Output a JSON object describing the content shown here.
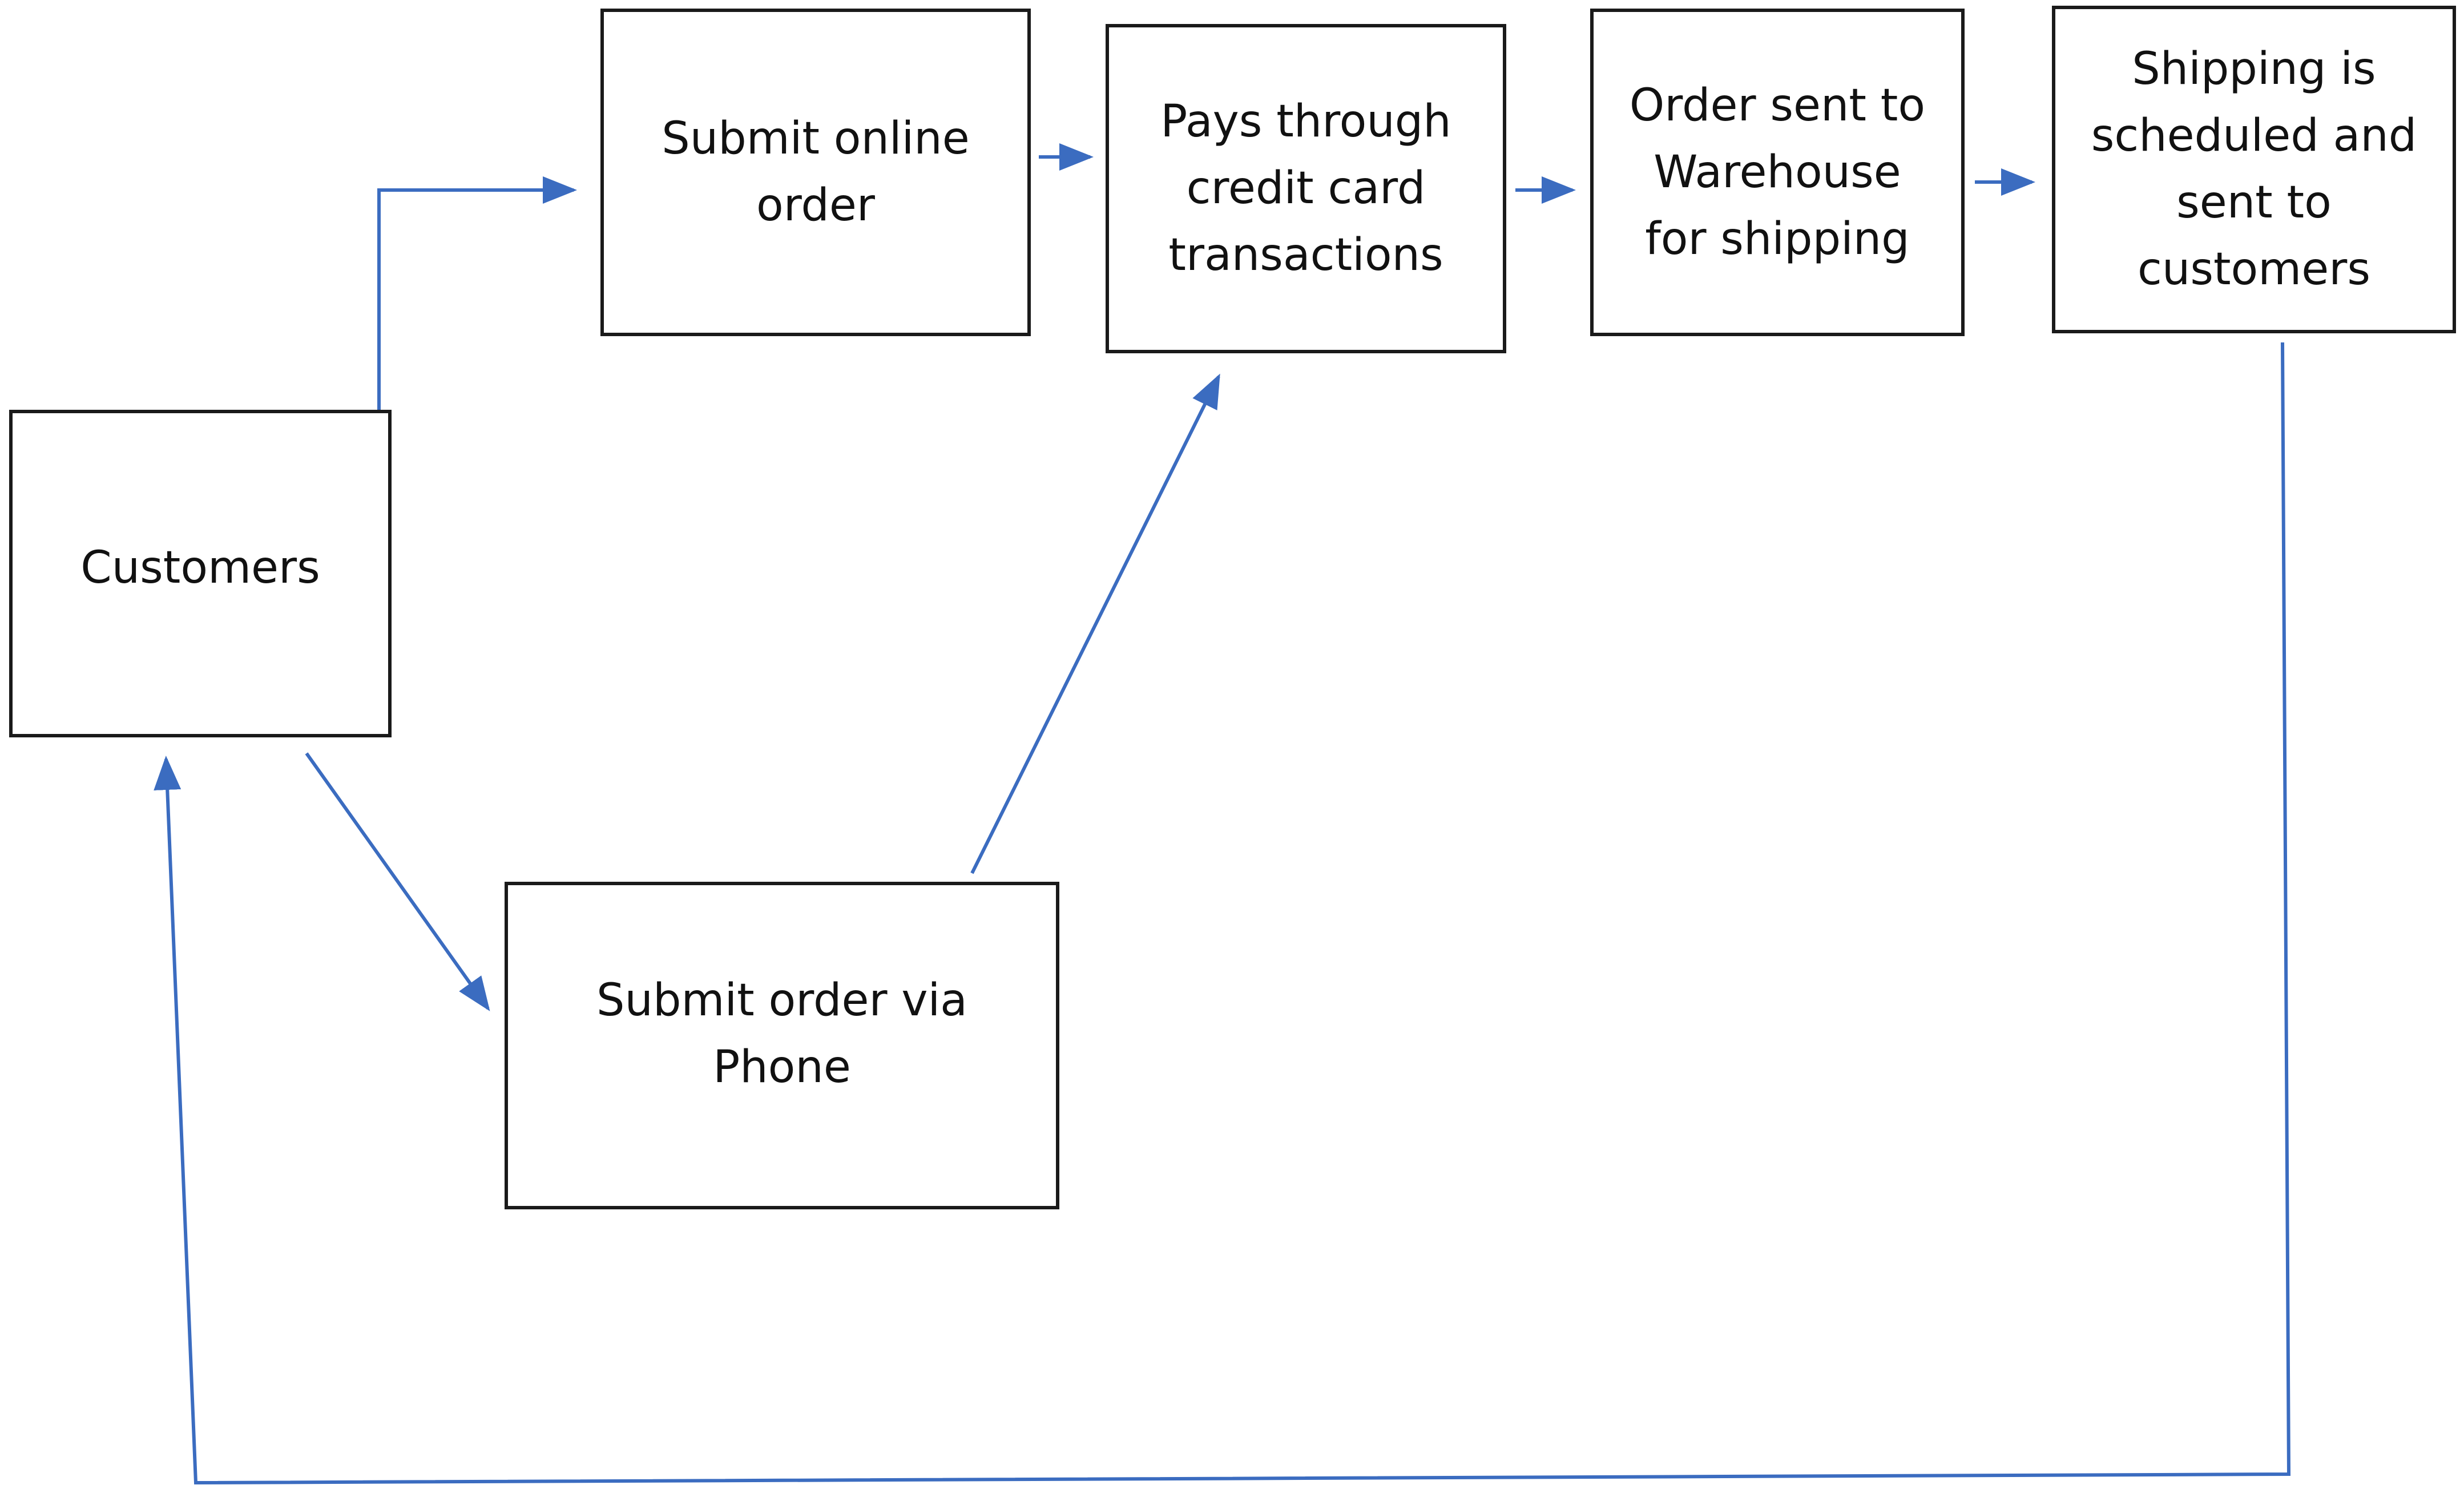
{
  "diagram": {
    "colors": {
      "arrow": "#3b6cc0",
      "box_border": "#1a1a1a",
      "text": "#111111"
    },
    "nodes": [
      {
        "id": "customers",
        "label": "Customers"
      },
      {
        "id": "online",
        "label": "Submit online\norder"
      },
      {
        "id": "payment",
        "label": "Pays through\ncredit card\ntransactions"
      },
      {
        "id": "warehouse",
        "label": "Order sent to\nWarehouse\nfor shipping"
      },
      {
        "id": "shipping",
        "label": "Shipping is\nscheduled and\nsent to\ncustomers"
      },
      {
        "id": "phone",
        "label": "Submit order via\nPhone"
      }
    ],
    "edges": [
      {
        "from": "customers",
        "to": "online"
      },
      {
        "from": "online",
        "to": "payment"
      },
      {
        "from": "payment",
        "to": "warehouse"
      },
      {
        "from": "warehouse",
        "to": "shipping"
      },
      {
        "from": "customers",
        "to": "phone"
      },
      {
        "from": "phone",
        "to": "payment"
      },
      {
        "from": "shipping",
        "to": "customers"
      }
    ]
  }
}
